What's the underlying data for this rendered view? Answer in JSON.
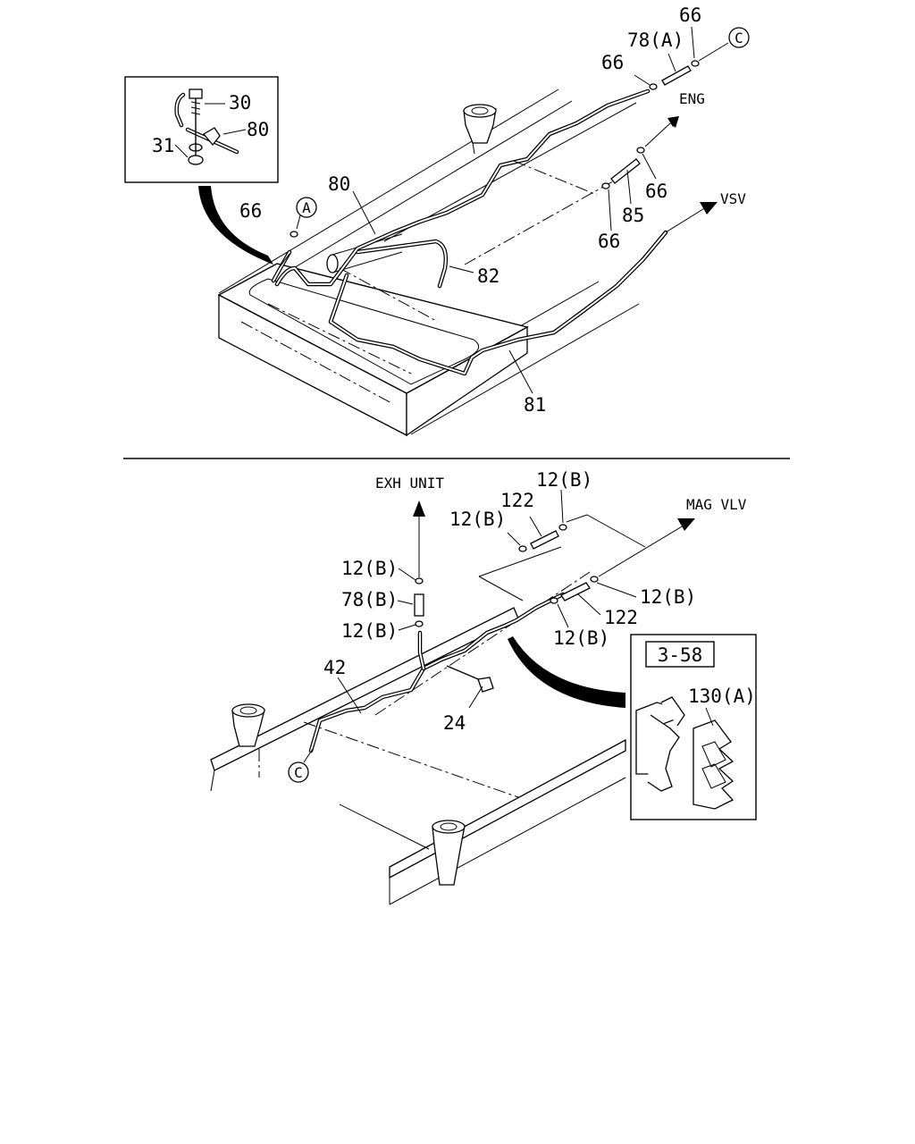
{
  "top_section": {
    "inset_labels": {
      "bolt": "30",
      "nut": "31",
      "clamp": "80"
    },
    "labels": {
      "p66_a": "66",
      "p78a": "78(A)",
      "p66_b": "66",
      "p66_c": "66",
      "p66_d": "66",
      "p66_e": "66",
      "p80": "80",
      "p82": "82",
      "p85": "85",
      "p81": "81"
    },
    "callouts": {
      "a": "A",
      "c": "C"
    },
    "destinations": {
      "eng": "ENG",
      "vsv": "VSV"
    }
  },
  "bottom_section": {
    "labels": {
      "p12b_1": "12(B)",
      "p12b_2": "12(B)",
      "p12b_3": "12(B)",
      "p12b_4": "12(B)",
      "p12b_5": "12(B)",
      "p12b_6": "12(B)",
      "p122_a": "122",
      "p122_b": "122",
      "p78b": "78(B)",
      "p42": "42",
      "p24": "24",
      "p130a": "130(A)"
    },
    "ref_box": "3-58",
    "callouts": {
      "c": "C"
    },
    "destinations": {
      "exh": "EXH UNIT",
      "mag": "MAG VLV"
    }
  }
}
